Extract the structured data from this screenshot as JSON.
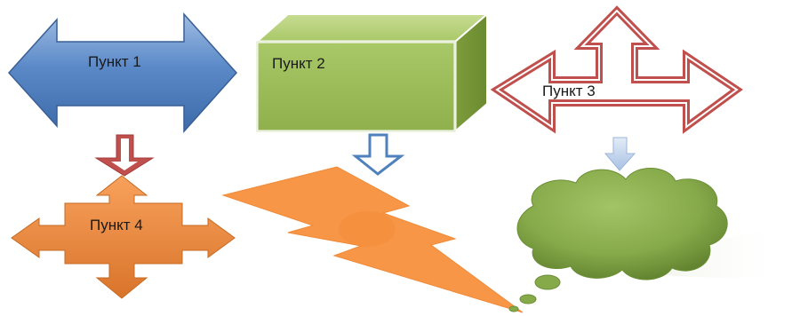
{
  "labels": {
    "item1": "Пункт 1",
    "item2": "Пункт 2",
    "item3": "Пункт 3",
    "item4": "Пункт 4"
  },
  "colors": {
    "blue_arrow": "#4f7fbf",
    "green_box": "#9bbb59",
    "red_outline_arrow": "#c0504d",
    "orange_cross": "#f79646",
    "orange_bolt": "#f79646",
    "green_cloud": "#77933c",
    "small_down_arrow_blue": "#4f81bd",
    "small_down_arrow_red": "#c0504d"
  },
  "icons": [
    "left-right-arrow-shape",
    "cube-shape",
    "quad-arrow-outline-shape",
    "down-arrow-shape",
    "cross-arrow-shape",
    "lightning-bolt-shape",
    "thought-cloud-shape"
  ]
}
